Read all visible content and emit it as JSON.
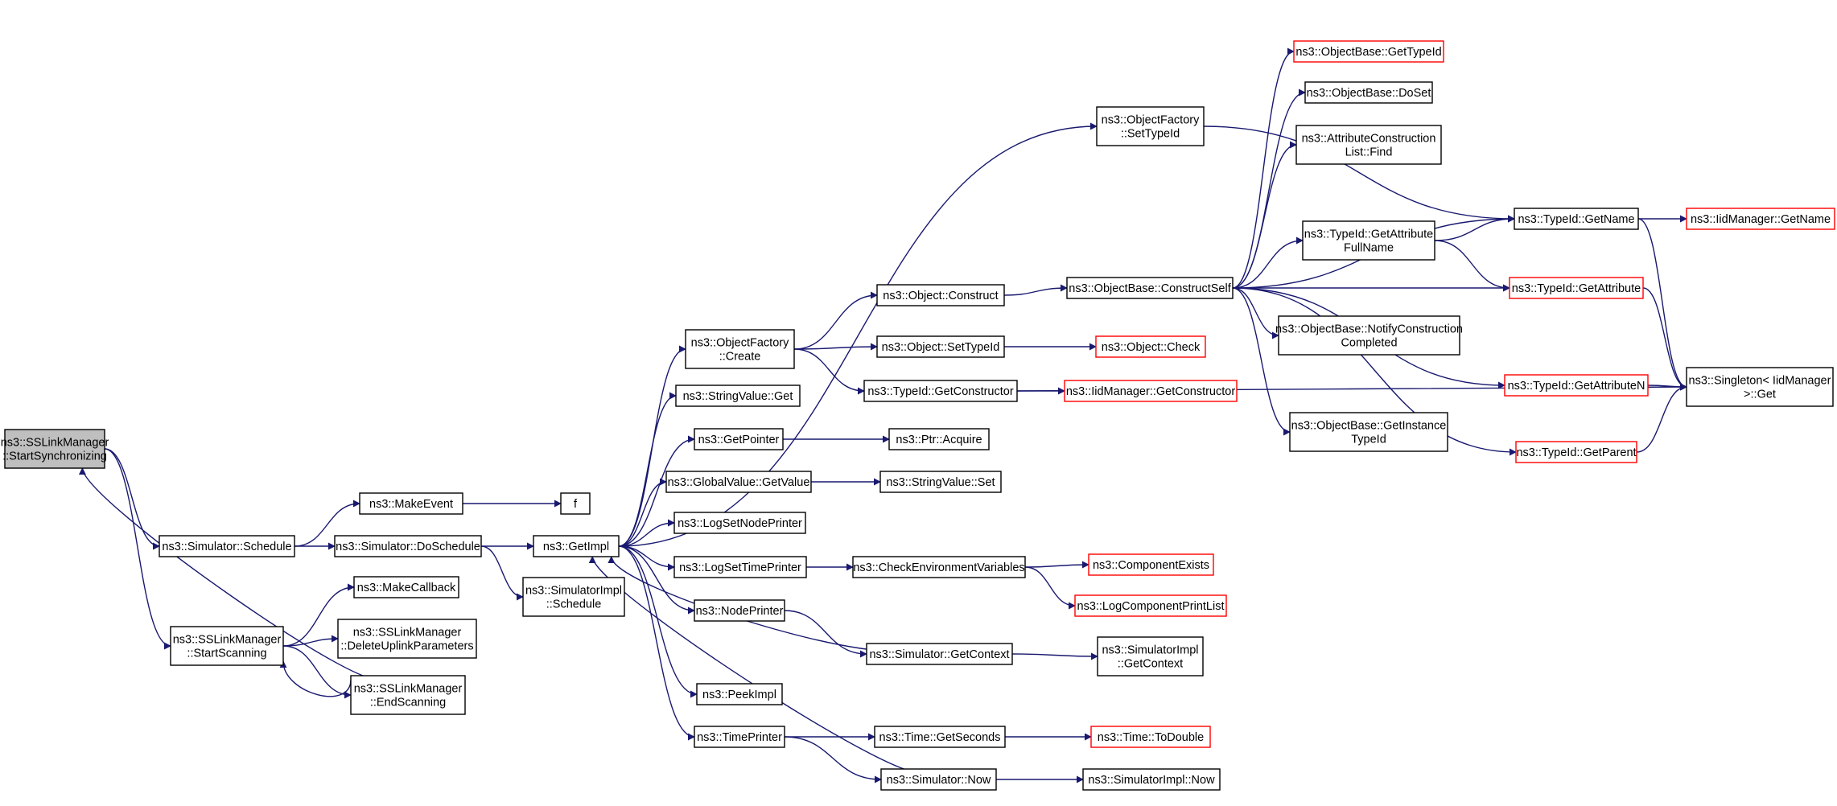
{
  "graph": {
    "title": "",
    "edge_color": "#191970",
    "linked_border_color": "#000000",
    "external_border_color": "#ff0000",
    "root_fill": "#bfbfbf",
    "nodes": [
      {
        "id": "n0",
        "lines": [
          "ns3::SSLinkManager",
          "::StartSynchronizing"
        ],
        "style": "root"
      },
      {
        "id": "n1",
        "lines": [
          "ns3::Simulator::Schedule"
        ],
        "style": "normal"
      },
      {
        "id": "n2",
        "lines": [
          "ns3::SSLinkManager",
          "::StartScanning"
        ],
        "style": "normal"
      },
      {
        "id": "n3",
        "lines": [
          "ns3::MakeEvent"
        ],
        "style": "normal"
      },
      {
        "id": "n4",
        "lines": [
          "ns3::Simulator::DoSchedule"
        ],
        "style": "normal"
      },
      {
        "id": "n5",
        "lines": [
          "ns3::MakeCallback"
        ],
        "style": "normal"
      },
      {
        "id": "n6",
        "lines": [
          "ns3::SSLinkManager",
          "::DeleteUplinkParameters"
        ],
        "style": "normal"
      },
      {
        "id": "n7",
        "lines": [
          "ns3::SSLinkManager",
          "::EndScanning"
        ],
        "style": "normal"
      },
      {
        "id": "n8",
        "lines": [
          "f"
        ],
        "style": "normal"
      },
      {
        "id": "n9",
        "lines": [
          "ns3::GetImpl"
        ],
        "style": "normal"
      },
      {
        "id": "n10",
        "lines": [
          "ns3::SimulatorImpl",
          "::Schedule"
        ],
        "style": "normal"
      },
      {
        "id": "n11",
        "lines": [
          "ns3::ObjectFactory",
          "::SetTypeId"
        ],
        "style": "normal"
      },
      {
        "id": "n12",
        "lines": [
          "ns3::ObjectFactory",
          "::Create"
        ],
        "style": "normal"
      },
      {
        "id": "n13",
        "lines": [
          "ns3::StringValue::Get"
        ],
        "style": "normal"
      },
      {
        "id": "n14",
        "lines": [
          "ns3::GetPointer"
        ],
        "style": "normal"
      },
      {
        "id": "n15",
        "lines": [
          "ns3::GlobalValue::GetValue"
        ],
        "style": "normal"
      },
      {
        "id": "n16",
        "lines": [
          "ns3::LogSetNodePrinter"
        ],
        "style": "normal"
      },
      {
        "id": "n17",
        "lines": [
          "ns3::LogSetTimePrinter"
        ],
        "style": "normal"
      },
      {
        "id": "n18",
        "lines": [
          "ns3::NodePrinter"
        ],
        "style": "normal"
      },
      {
        "id": "n19",
        "lines": [
          "ns3::PeekImpl"
        ],
        "style": "normal"
      },
      {
        "id": "n20",
        "lines": [
          "ns3::TimePrinter"
        ],
        "style": "normal"
      },
      {
        "id": "n21",
        "lines": [
          "ns3::Object::Construct"
        ],
        "style": "normal"
      },
      {
        "id": "n22",
        "lines": [
          "ns3::Object::SetTypeId"
        ],
        "style": "normal"
      },
      {
        "id": "n23",
        "lines": [
          "ns3::TypeId::GetConstructor"
        ],
        "style": "normal"
      },
      {
        "id": "n24",
        "lines": [
          "ns3::Ptr::Acquire"
        ],
        "style": "normal"
      },
      {
        "id": "n25",
        "lines": [
          "ns3::StringValue::Set"
        ],
        "style": "normal"
      },
      {
        "id": "n26",
        "lines": [
          "ns3::CheckEnvironmentVariables"
        ],
        "style": "normal"
      },
      {
        "id": "n27",
        "lines": [
          "ns3::Simulator::GetContext"
        ],
        "style": "normal"
      },
      {
        "id": "n28",
        "lines": [
          "ns3::Time::GetSeconds"
        ],
        "style": "normal"
      },
      {
        "id": "n29",
        "lines": [
          "ns3::Simulator::Now"
        ],
        "style": "normal"
      },
      {
        "id": "n30",
        "lines": [
          "ns3::ObjectBase::ConstructSelf"
        ],
        "style": "normal"
      },
      {
        "id": "n31",
        "lines": [
          "ns3::Object::Check"
        ],
        "style": "external"
      },
      {
        "id": "n32",
        "lines": [
          "ns3::IidManager::GetConstructor"
        ],
        "style": "external"
      },
      {
        "id": "n33",
        "lines": [
          "ns3::ComponentExists"
        ],
        "style": "external"
      },
      {
        "id": "n34",
        "lines": [
          "ns3::LogComponentPrintList"
        ],
        "style": "external"
      },
      {
        "id": "n35",
        "lines": [
          "ns3::SimulatorImpl",
          "::GetContext"
        ],
        "style": "normal"
      },
      {
        "id": "n36",
        "lines": [
          "ns3::Time::ToDouble"
        ],
        "style": "external"
      },
      {
        "id": "n37",
        "lines": [
          "ns3::SimulatorImpl::Now"
        ],
        "style": "normal"
      },
      {
        "id": "n38",
        "lines": [
          "ns3::ObjectBase::GetTypeId"
        ],
        "style": "external"
      },
      {
        "id": "n39",
        "lines": [
          "ns3::ObjectBase::DoSet"
        ],
        "style": "normal"
      },
      {
        "id": "n40",
        "lines": [
          "ns3::AttributeConstruction",
          "List::Find"
        ],
        "style": "normal"
      },
      {
        "id": "n41",
        "lines": [
          "ns3::TypeId::GetAttribute",
          "FullName"
        ],
        "style": "normal"
      },
      {
        "id": "n42",
        "lines": [
          "ns3::ObjectBase::NotifyConstruction",
          "Completed"
        ],
        "style": "normal"
      },
      {
        "id": "n43",
        "lines": [
          "ns3::ObjectBase::GetInstance",
          "TypeId"
        ],
        "style": "normal"
      },
      {
        "id": "n44",
        "lines": [
          "ns3::TypeId::GetName"
        ],
        "style": "normal"
      },
      {
        "id": "n45",
        "lines": [
          "ns3::TypeId::GetAttribute"
        ],
        "style": "external"
      },
      {
        "id": "n46",
        "lines": [
          "ns3::TypeId::GetAttributeN"
        ],
        "style": "external"
      },
      {
        "id": "n47",
        "lines": [
          "ns3::TypeId::GetParent"
        ],
        "style": "external"
      },
      {
        "id": "n48",
        "lines": [
          "ns3::IidManager::GetName"
        ],
        "style": "external"
      },
      {
        "id": "n49",
        "lines": [
          "ns3::Singleton< IidManager",
          " >::Get"
        ],
        "style": "normal"
      }
    ],
    "edges": [
      [
        "n0",
        "n1"
      ],
      [
        "n0",
        "n2"
      ],
      [
        "n7",
        "n0"
      ],
      [
        "n1",
        "n3"
      ],
      [
        "n1",
        "n4"
      ],
      [
        "n3",
        "n8"
      ],
      [
        "n4",
        "n9"
      ],
      [
        "n4",
        "n10"
      ],
      [
        "n2",
        "n5"
      ],
      [
        "n2",
        "n6"
      ],
      [
        "n2",
        "n7"
      ],
      [
        "n7",
        "n2"
      ],
      [
        "n9",
        "n11"
      ],
      [
        "n9",
        "n12"
      ],
      [
        "n9",
        "n13"
      ],
      [
        "n9",
        "n14"
      ],
      [
        "n9",
        "n15"
      ],
      [
        "n9",
        "n16"
      ],
      [
        "n9",
        "n17"
      ],
      [
        "n9",
        "n18"
      ],
      [
        "n9",
        "n19"
      ],
      [
        "n9",
        "n20"
      ],
      [
        "n12",
        "n21"
      ],
      [
        "n12",
        "n22"
      ],
      [
        "n12",
        "n23"
      ],
      [
        "n14",
        "n24"
      ],
      [
        "n15",
        "n25"
      ],
      [
        "n17",
        "n26"
      ],
      [
        "n18",
        "n27"
      ],
      [
        "n20",
        "n28"
      ],
      [
        "n20",
        "n29"
      ],
      [
        "n27",
        "n9"
      ],
      [
        "n27",
        "n35"
      ],
      [
        "n29",
        "n9"
      ],
      [
        "n29",
        "n37"
      ],
      [
        "n26",
        "n33"
      ],
      [
        "n26",
        "n34"
      ],
      [
        "n28",
        "n36"
      ],
      [
        "n21",
        "n30"
      ],
      [
        "n22",
        "n31"
      ],
      [
        "n23",
        "n32"
      ],
      [
        "n23",
        "n49"
      ],
      [
        "n11",
        "n44"
      ],
      [
        "n30",
        "n38"
      ],
      [
        "n30",
        "n39"
      ],
      [
        "n30",
        "n40"
      ],
      [
        "n30",
        "n41"
      ],
      [
        "n30",
        "n42"
      ],
      [
        "n30",
        "n43"
      ],
      [
        "n30",
        "n44"
      ],
      [
        "n30",
        "n45"
      ],
      [
        "n30",
        "n46"
      ],
      [
        "n30",
        "n47"
      ],
      [
        "n41",
        "n44"
      ],
      [
        "n41",
        "n45"
      ],
      [
        "n44",
        "n48"
      ],
      [
        "n44",
        "n49"
      ],
      [
        "n45",
        "n49"
      ],
      [
        "n46",
        "n49"
      ],
      [
        "n47",
        "n49"
      ]
    ]
  }
}
